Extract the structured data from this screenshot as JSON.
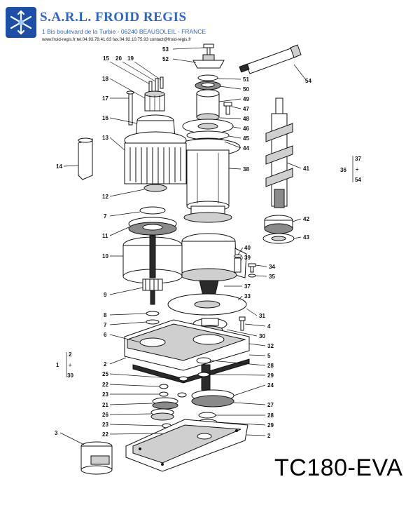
{
  "header": {
    "company": "S.A.R.L. FROID REGIS",
    "address": "1 Bis boulevard de la Turbie - 06240 BEAUSOLEIL - FRANCE",
    "contact": "www.froid-regis.fr  tel.04.93.78.41.63  fax.04.92.10.75.93  contact@froid-regis.fr",
    "brand_color": "#2a67c9"
  },
  "model": "TC180-EVA",
  "callouts": [
    {
      "id": "c53",
      "label": "53"
    },
    {
      "id": "c52",
      "label": "52"
    },
    {
      "id": "c54",
      "label": "54"
    },
    {
      "id": "c51",
      "label": "51"
    },
    {
      "id": "c50",
      "label": "50"
    },
    {
      "id": "c49",
      "label": "49"
    },
    {
      "id": "c47",
      "label": "47"
    },
    {
      "id": "c48",
      "label": "48"
    },
    {
      "id": "c46",
      "label": "46"
    },
    {
      "id": "c45",
      "label": "45"
    },
    {
      "id": "c44",
      "label": "44"
    },
    {
      "id": "c38",
      "label": "38"
    },
    {
      "id": "c41",
      "label": "41"
    },
    {
      "id": "c42",
      "label": "42"
    },
    {
      "id": "c43",
      "label": "43"
    },
    {
      "id": "c40",
      "label": "40"
    },
    {
      "id": "c39",
      "label": "39"
    },
    {
      "id": "c34",
      "label": "34"
    },
    {
      "id": "c35",
      "label": "35"
    },
    {
      "id": "c37",
      "label": "37"
    },
    {
      "id": "c33",
      "label": "33"
    },
    {
      "id": "c31",
      "label": "31"
    },
    {
      "id": "c4",
      "label": "4"
    },
    {
      "id": "c30",
      "label": "30"
    },
    {
      "id": "c32",
      "label": "32"
    },
    {
      "id": "c5",
      "label": "5"
    },
    {
      "id": "c28a",
      "label": "28"
    },
    {
      "id": "c29a",
      "label": "29"
    },
    {
      "id": "c24",
      "label": "24"
    },
    {
      "id": "c27",
      "label": "27"
    },
    {
      "id": "c28b",
      "label": "28"
    },
    {
      "id": "c29b",
      "label": "29"
    },
    {
      "id": "c2b",
      "label": "2"
    },
    {
      "id": "c15",
      "label": "15"
    },
    {
      "id": "c20",
      "label": "20"
    },
    {
      "id": "c19",
      "label": "19"
    },
    {
      "id": "c18",
      "label": "18"
    },
    {
      "id": "c17",
      "label": "17"
    },
    {
      "id": "c16",
      "label": "16"
    },
    {
      "id": "c13",
      "label": "13"
    },
    {
      "id": "c14",
      "label": "14"
    },
    {
      "id": "c12",
      "label": "12"
    },
    {
      "id": "c7a",
      "label": "7"
    },
    {
      "id": "c11",
      "label": "11"
    },
    {
      "id": "c10",
      "label": "10"
    },
    {
      "id": "c9",
      "label": "9"
    },
    {
      "id": "c8",
      "label": "8"
    },
    {
      "id": "c7b",
      "label": "7"
    },
    {
      "id": "c6",
      "label": "6"
    },
    {
      "id": "c2a",
      "label": "2"
    },
    {
      "id": "c25",
      "label": "25"
    },
    {
      "id": "c22a",
      "label": "22"
    },
    {
      "id": "c23a",
      "label": "23"
    },
    {
      "id": "c21",
      "label": "21"
    },
    {
      "id": "c26",
      "label": "26"
    },
    {
      "id": "c23b",
      "label": "23"
    },
    {
      "id": "c22b",
      "label": "22"
    },
    {
      "id": "c3",
      "label": "3"
    }
  ],
  "groups": [
    {
      "id": "g36",
      "main": "36",
      "top": "37",
      "sep": "÷",
      "bottom": "54"
    },
    {
      "id": "g1",
      "main": "1",
      "top": "2",
      "sep": "÷",
      "bottom": "30"
    }
  ]
}
